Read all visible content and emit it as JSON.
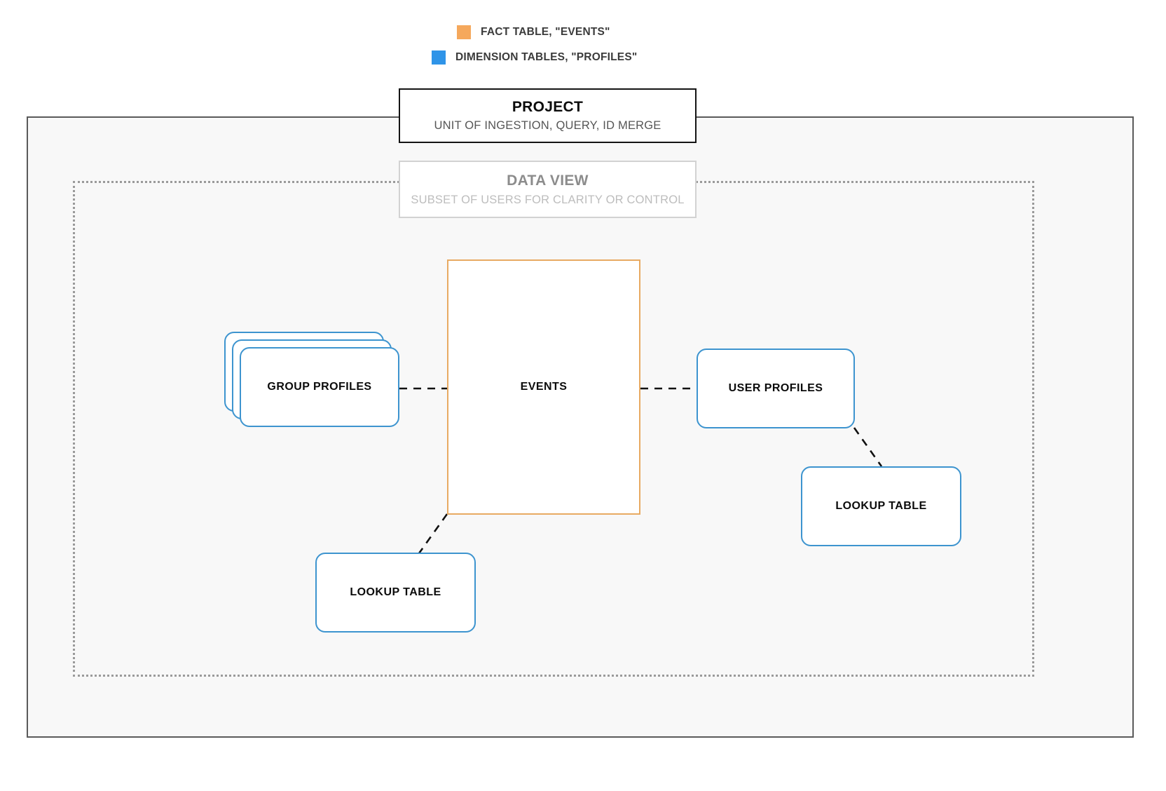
{
  "legend": {
    "items": [
      {
        "label": "FACT TABLE, \"EVENTS\"",
        "color": "#f5a85c",
        "icon": "square-swatch-icon"
      },
      {
        "label": "DIMENSION TABLES, \"PROFILES\"",
        "color": "#2f94e8",
        "icon": "square-swatch-icon"
      }
    ]
  },
  "project": {
    "title": "PROJECT",
    "subtitle": "UNIT OF INGESTION, QUERY, ID MERGE"
  },
  "data_view": {
    "title": "DATA VIEW",
    "subtitle": "SUBSET OF USERS FOR CLARITY OR CONTROL"
  },
  "nodes": {
    "events": {
      "label": "EVENTS",
      "kind": "fact-table",
      "border_color": "#e8aa62"
    },
    "group_profiles": {
      "label": "GROUP PROFILES",
      "kind": "dimension-table-stack",
      "border_color": "#3d94cf",
      "stack_count": 3
    },
    "user_profiles": {
      "label": "USER PROFILES",
      "kind": "dimension-table",
      "border_color": "#3d94cf"
    },
    "lookup_table_left": {
      "label": "LOOKUP TABLE",
      "kind": "dimension-table",
      "border_color": "#3d94cf"
    },
    "lookup_table_right": {
      "label": "LOOKUP TABLE",
      "kind": "dimension-table",
      "border_color": "#3d94cf"
    }
  },
  "connections": [
    {
      "from": "group_profiles",
      "to": "events",
      "style": "dashed"
    },
    {
      "from": "events",
      "to": "user_profiles",
      "style": "dashed"
    },
    {
      "from": "events",
      "to": "lookup_table_left",
      "style": "dashed"
    },
    {
      "from": "user_profiles",
      "to": "lookup_table_right",
      "style": "dashed"
    }
  ],
  "colors": {
    "fact": "#e8aa62",
    "dimension": "#3d94cf",
    "project_border": "#5a5a5a",
    "dataview_border": "#9a9a9a",
    "canvas_fill": "#f8f8f8"
  }
}
